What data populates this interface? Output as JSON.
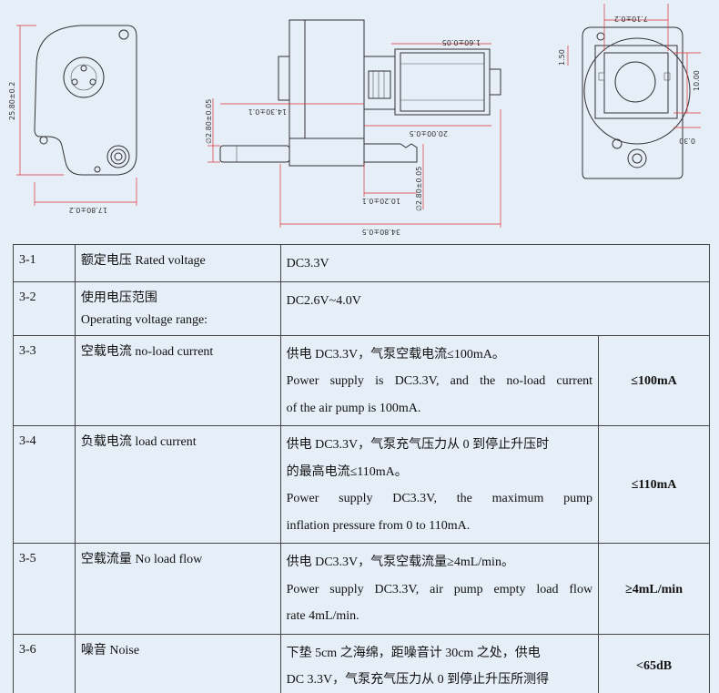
{
  "drawing": {
    "dims": {
      "height_left": "25.80±0.2",
      "width_left": "17.80±0.2",
      "dia_shaft": "∅2.80±0.05",
      "len_front": "14.30±0.1",
      "len_motor": "1.60±0.05",
      "len_body": "20.00±0.5",
      "len_nozzle": "10.20±0.1",
      "dia_nozzle": "∅2.80±0.05",
      "len_total": "34.80±0.5",
      "width_right": "7.10±0.2",
      "height_right_small": "1.50",
      "height_right": "10.00",
      "r_right": "0.30"
    }
  },
  "rows": [
    {
      "id": "3-1",
      "name": [
        "额定电压 Rated voltage"
      ],
      "desc": [
        "DC3.3V"
      ],
      "value": ""
    },
    {
      "id": "3-2",
      "name": [
        "使用电压范围",
        "Operating voltage range:"
      ],
      "desc": [
        "DC2.6V~4.0V"
      ],
      "value": ""
    },
    {
      "id": "3-3",
      "name": [
        "空载电流 no-load current"
      ],
      "desc": [
        "供电 DC3.3V，气泵空载电流≤100mA。",
        "Power supply is DC3.3V, and the no-load current",
        "of the air pump is 100mA."
      ],
      "value": "≤100mA"
    },
    {
      "id": "3-4",
      "name": [
        "负载电流 load current"
      ],
      "desc": [
        "供电 DC3.3V，气泵充气压力从 0 到停止升压时",
        "的最高电流≤110mA。",
        "Power supply DC3.3V, the maximum pump",
        "inflation pressure from 0 to 110mA."
      ],
      "value": "≤110mA"
    },
    {
      "id": "3-5",
      "name": [
        "空载流量 No load flow"
      ],
      "desc": [
        "供电 DC3.3V，气泵空载流量≥4mL/min。",
        "Power supply DC3.3V, air pump empty load flow",
        "rate 4mL/min."
      ],
      "value": "≥4mL/min"
    },
    {
      "id": "3-6",
      "name": [
        "噪音 Noise"
      ],
      "desc": [
        "下垫 5cm 之海绵，距噪音计 30cm 之处，供电",
        "DC 3.3V，气泵充气压力从 0 到停止升压所测得"
      ],
      "value": "<65dB"
    }
  ]
}
